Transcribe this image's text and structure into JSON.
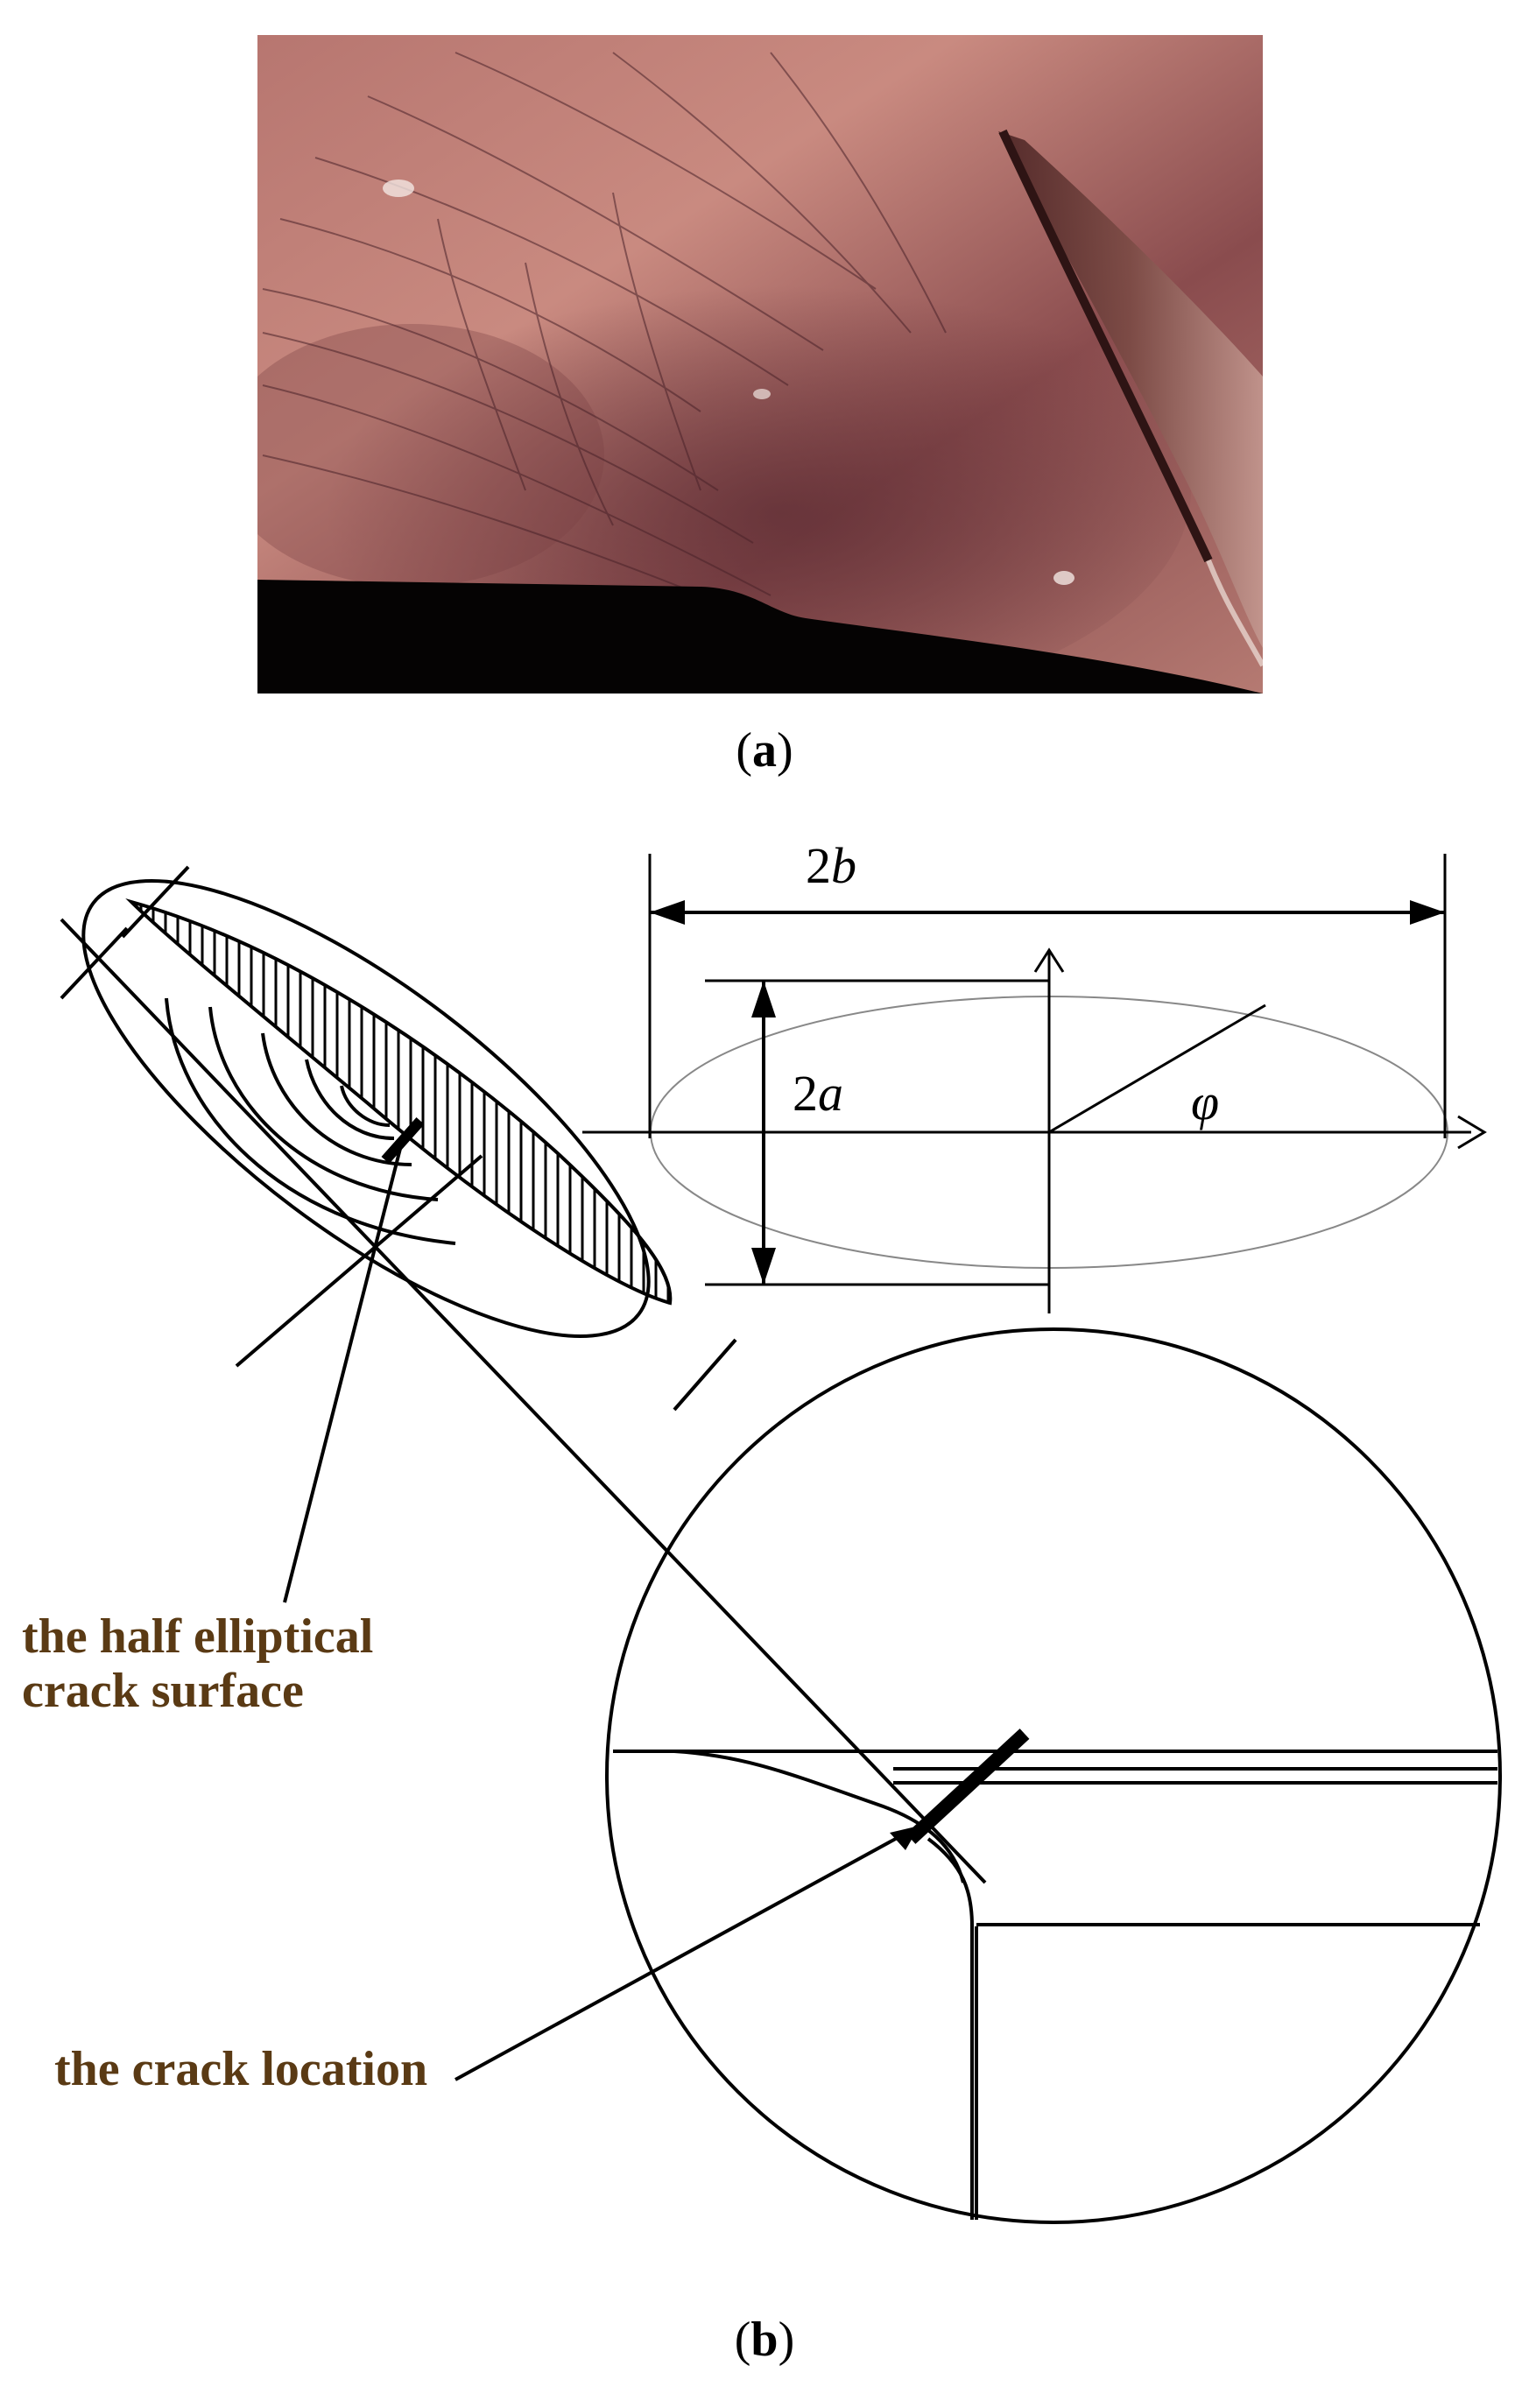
{
  "panels": {
    "a": {
      "caption_open": "(",
      "caption_letter": "a",
      "caption_close": ")"
    },
    "b": {
      "caption_open": "(",
      "caption_letter": "b",
      "caption_close": ")",
      "annotations": {
        "surface_line1": "the half elliptical",
        "surface_line2": "crack surface",
        "location": "the crack location"
      },
      "dimensions": {
        "width_num": "2",
        "width_sym": "b",
        "height_num": "2",
        "height_sym": "a",
        "angle_sym": "φ"
      }
    }
  },
  "colors": {
    "annotation_text": "#5a3a14",
    "photo_skin_light": "#c7837a",
    "photo_skin_dark": "#6e3a3a",
    "photo_shadow": "#050303"
  }
}
